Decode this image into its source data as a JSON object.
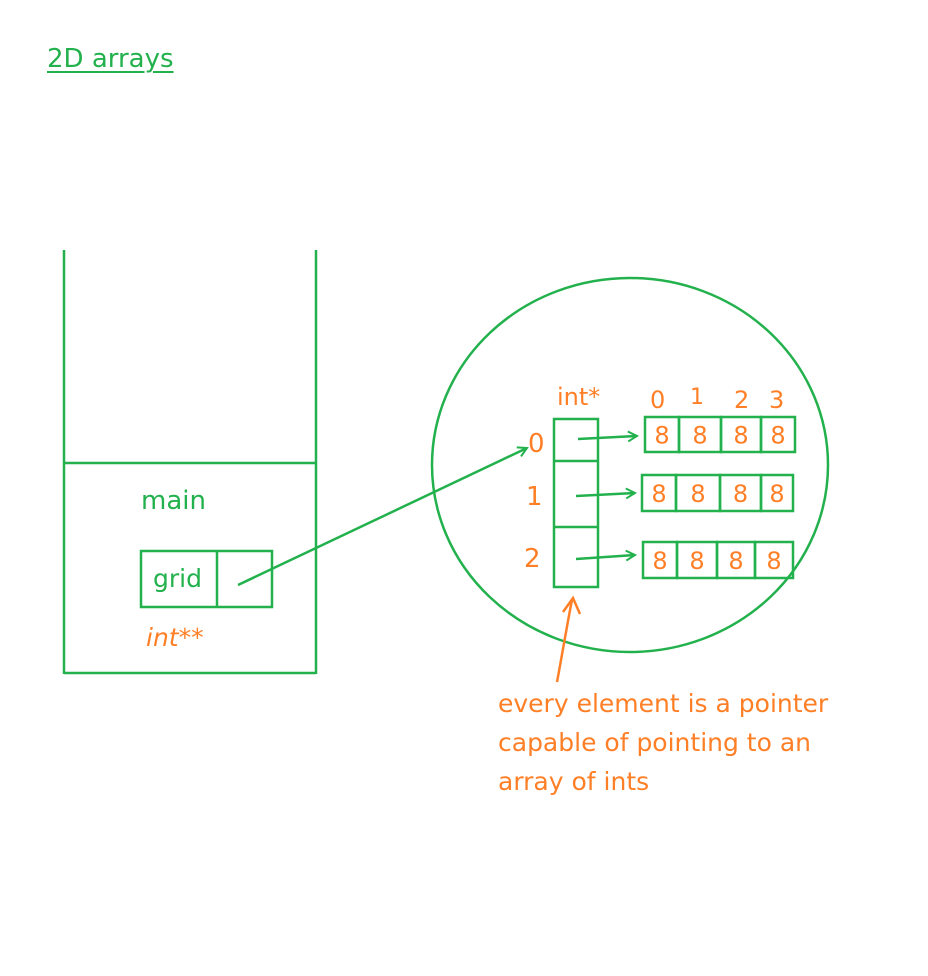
{
  "title": "2D arrays",
  "stack": {
    "frame_label": "main",
    "var_name": "grid",
    "var_type": "int**"
  },
  "heap": {
    "pointer_array_type": "int*",
    "row_indices": [
      "0",
      "1",
      "2"
    ],
    "column_indices": [
      "0",
      "1",
      "2",
      "3"
    ],
    "cell_value": "8",
    "rows": [
      [
        "8",
        "8",
        "8",
        "8"
      ],
      [
        "8",
        "8",
        "8",
        "8"
      ],
      [
        "8",
        "8",
        "8",
        "8"
      ]
    ]
  },
  "annotation": {
    "lines": [
      "every element is a pointer",
      "capable of pointing to an",
      "array of ints"
    ]
  },
  "colors": {
    "green": "#22b14c",
    "orange": "#ff7f27"
  }
}
